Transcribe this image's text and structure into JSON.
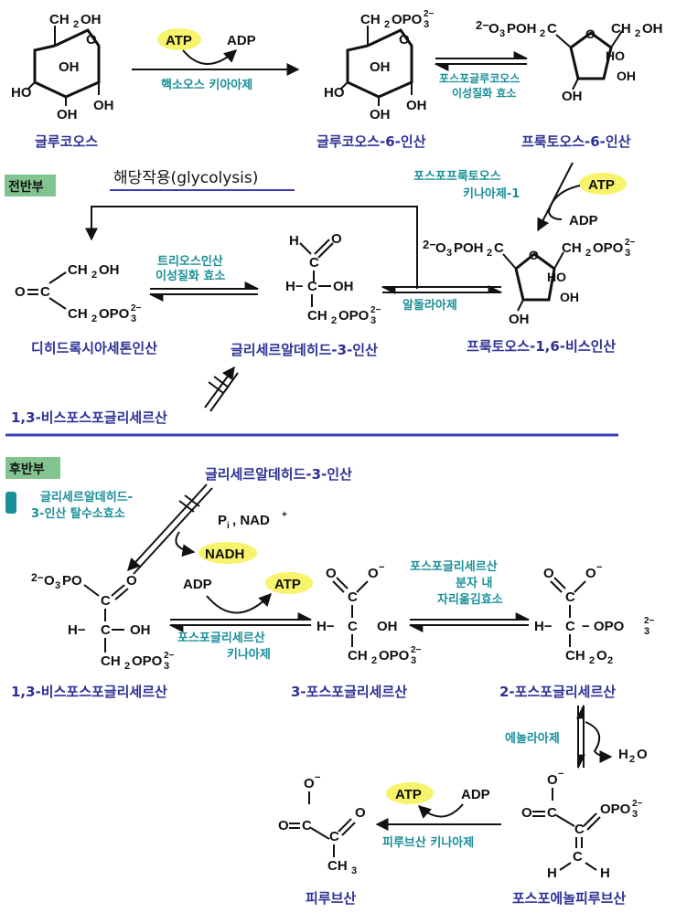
{
  "title": "해당작용(glycolysis)",
  "sections": {
    "first_half": "전반부",
    "second_half": "후반부"
  },
  "cofactors": {
    "atp": "ATP",
    "adp": "ADP",
    "nadh": "NADH",
    "pi": "P",
    "pi_sub": "i",
    "nad": ", NAD",
    "nad_sup": "+",
    "h2o": "H",
    "h2o_sub": "2",
    "h2o_o": "O"
  },
  "compounds": {
    "glucose": "글루코오스",
    "g6p": "글루코오스-6-인산",
    "f6p": "프룩토오스-6-인산",
    "f16bp": "프룩토오스-1,6-비스인산",
    "dhap": "디히드록시아세톤인산",
    "g3p": "글리세르알데히드-3-인산",
    "bpg_top": "1,3-비스포스포글리세르산",
    "g3p_top2": "글리세르알데히드-3-인산",
    "bpg": "1,3-비스포스포글리세르산",
    "pg3": "3-포스포글리세르산",
    "pg2": "2-포스포글리세르산",
    "pep": "포스포에놀피루브산",
    "pyruvate": "피루브산"
  },
  "enzymes": {
    "hexokinase": "핵소오스 키아아제",
    "pgi_1": "포스포글루코오스",
    "pgi_2": "이성질화 효소",
    "pfk_1": "포스포프룩토오스",
    "pfk_2": "키나아제-1",
    "tpi_1": "트리오스인산",
    "tpi_2": "이성질화 효소",
    "aldolase": "알돌라아제",
    "gapdh_1": "글리세르알데히드-",
    "gapdh_2": "3-인산 탈수소효소",
    "pgk_1": "포스포글리세르산",
    "pgk_2": "키나아제",
    "pgm_1": "포스포글리세르산",
    "pgm_2": "분자 내",
    "pgm_3": "자리옮김효소",
    "enolase": "에놀라아제",
    "pk": "피루브산 키나아제"
  },
  "atoms": {
    "OH": "OH",
    "HO": "HO",
    "O": "O",
    "H": "H",
    "C": "C",
    "CH2OH": "CH",
    "CH2OPO3": "CH",
    "H_C": "H−",
    "Ominus": "O",
    "minus": "−",
    "OPO3": "OPO",
    "PO3O": "O",
    "CH3": "CH"
  },
  "colors": {
    "label_blue": "#2e3196",
    "enzyme_teal": "#1a8f98",
    "highlight_yellow": "#f7f36b",
    "section_green": "#82c48f",
    "divider_blue": "#3a3fb8"
  }
}
